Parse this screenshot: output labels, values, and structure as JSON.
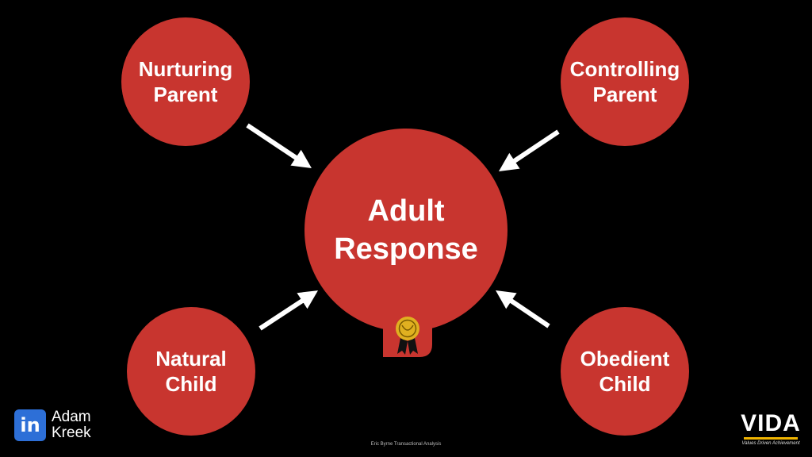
{
  "colors": {
    "background": "#000000",
    "circle_fill": "#c8352f",
    "arrow": "#ffffff",
    "badge_gold": "#e0b020",
    "linkedin_blue": "#2d6fd7",
    "vida_accent": "#f0b400"
  },
  "diagram": {
    "center": {
      "line1": "Adult",
      "line2": "Response"
    },
    "nurturing_parent": {
      "line1": "Nurturing",
      "line2": "Parent"
    },
    "controlling_parent": {
      "line1": "Controlling",
      "line2": "Parent"
    },
    "natural_child": {
      "line1": "Natural",
      "line2": "Child"
    },
    "obedient_child": {
      "line1": "Obedient",
      "line2": "Child"
    }
  },
  "badge": {
    "icon": "award-ribbon-icon"
  },
  "footer": {
    "credit": "Eric Byrne Transactional Analysis",
    "left_logo": {
      "icon": "linkedin-icon",
      "icon_text": "in",
      "name_line1": "Adam",
      "name_line2": "Kreek"
    },
    "right_logo": {
      "wordmark": "VIDA",
      "tagline": "Values Driven Achievement"
    }
  }
}
